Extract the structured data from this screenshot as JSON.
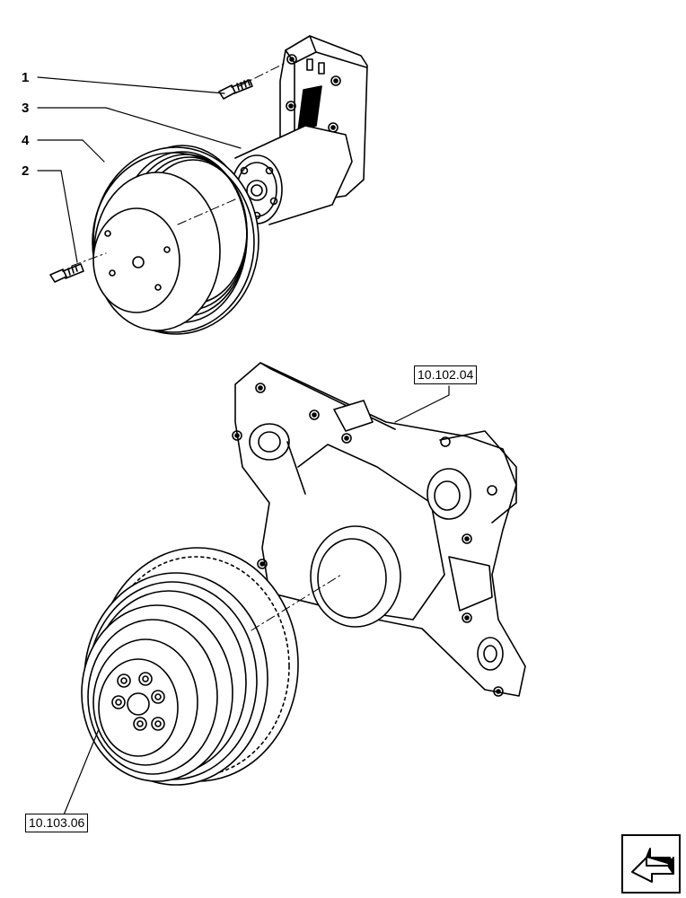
{
  "callouts": {
    "c1": "1",
    "c2": "2",
    "c3": "3",
    "c4": "4"
  },
  "references": {
    "timing_cover": "10.102.04",
    "damper": "10.103.06"
  },
  "icons": {
    "navigation": "arrow-icon"
  },
  "colors": {
    "line": "#000000",
    "background": "#ffffff"
  }
}
